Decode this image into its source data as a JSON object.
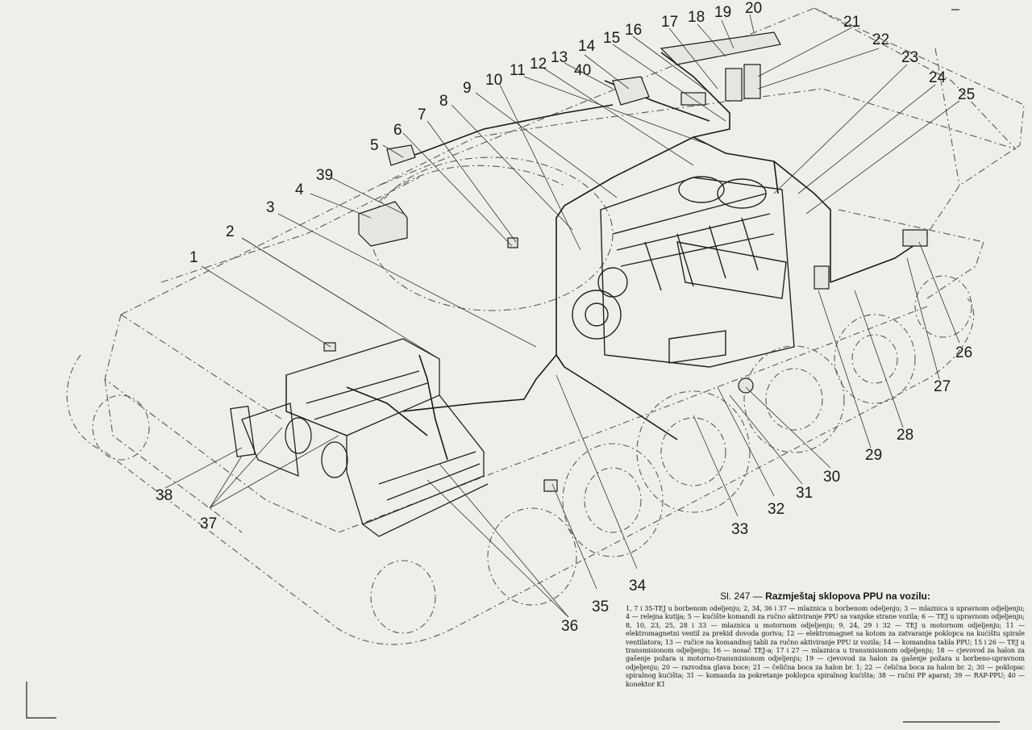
{
  "figure": {
    "title_prefix": "Sl. 247 —",
    "title": "Razmještaj sklopova PPU na vozilu:",
    "legend": "1, 7 i 35-TEJ u borbenom odeljenju; 2, 34, 36 i 37 — mlaznica u borbenom odeljenju; 3 — mlaznica u upravnom odjeljenju; 4 — relejna kutija; 5 — kućište komandi za ručno aktiviranje PPU sa vanjske strane vozila; 6 — TEJ u upravnom odjeljenju; 8, 10, 23, 25, 28 i 33 — mlaznica u motornom odjeljenju; 9, 24, 29 i 32 — TEJ u motornom odjeljenju; 11 — elektromagnetni ventil za prekid dovoda goriva; 12 — elektromagnet sa kotom za zatvaranje poklopca na kućištu spirale ventilatora; 13 — ručice na komandnoj tabli za ručno aktiviranje PPU iz vozila; 14 — komandna tabla PPU; 15 i 26 — TEJ u transmisionom odjeljenju; 16 — nosač TEJ-a; 17 i 27 — mlaznica u transmisionom odjeljenju; 18 — cjevovod za halon za gašenje požara u motorno-transmisionom odjeljenju; 19 — cjevovod za halon za gašenje požara u borbeno-upravnom odjeljenju; 20 — razvodna glava boce; 21 — čelična boca za halon br. 1; 22 — čelična boca za halon br. 2; 30 — poklopac spiralnog kućišta; 31 — komanda za pokretanje poklopca spiralnog kućišta; 38 — ručni PP aparat; 39 — RAP-PPU; 40 — konektor K1"
  },
  "callouts": [
    {
      "id": "c1",
      "label": "1"
    },
    {
      "id": "c2",
      "label": "2"
    },
    {
      "id": "c3",
      "label": "3"
    },
    {
      "id": "c4",
      "label": "4"
    },
    {
      "id": "c5",
      "label": "5"
    },
    {
      "id": "c6",
      "label": "6"
    },
    {
      "id": "c7",
      "label": "7"
    },
    {
      "id": "c8",
      "label": "8"
    },
    {
      "id": "c9",
      "label": "9"
    },
    {
      "id": "c10",
      "label": "10"
    },
    {
      "id": "c11",
      "label": "11"
    },
    {
      "id": "c12",
      "label": "12"
    },
    {
      "id": "c13",
      "label": "13"
    },
    {
      "id": "c14",
      "label": "14"
    },
    {
      "id": "c15",
      "label": "15"
    },
    {
      "id": "c16",
      "label": "16"
    },
    {
      "id": "c17",
      "label": "17"
    },
    {
      "id": "c18",
      "label": "18"
    },
    {
      "id": "c19",
      "label": "19"
    },
    {
      "id": "c20",
      "label": "20"
    },
    {
      "id": "c21",
      "label": "21"
    },
    {
      "id": "c22",
      "label": "22"
    },
    {
      "id": "c23",
      "label": "23"
    },
    {
      "id": "c24",
      "label": "24"
    },
    {
      "id": "c25",
      "label": "25"
    },
    {
      "id": "c26",
      "label": "26"
    },
    {
      "id": "c27",
      "label": "27"
    },
    {
      "id": "c28",
      "label": "28"
    },
    {
      "id": "c29",
      "label": "29"
    },
    {
      "id": "c30",
      "label": "30"
    },
    {
      "id": "c31",
      "label": "31"
    },
    {
      "id": "c32",
      "label": "32"
    },
    {
      "id": "c33",
      "label": "33"
    },
    {
      "id": "c34",
      "label": "34"
    },
    {
      "id": "c35",
      "label": "35"
    },
    {
      "id": "c36",
      "label": "36"
    },
    {
      "id": "c37",
      "label": "37"
    },
    {
      "id": "c38",
      "label": "38"
    },
    {
      "id": "c39",
      "label": "39"
    },
    {
      "id": "c40",
      "label": "40"
    }
  ],
  "colors": {
    "paper": "#efeee9",
    "ink": "#1a1a1a",
    "dashed": "#555555"
  }
}
